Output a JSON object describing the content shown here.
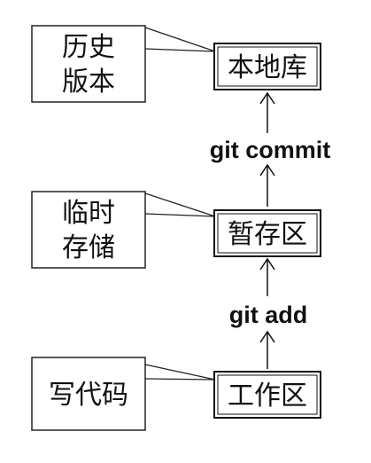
{
  "stages": {
    "local_repo": "本地库",
    "staging": "暂存区",
    "workspace": "工作区"
  },
  "notes": {
    "history_line1": "历史",
    "history_line2": "版本",
    "temp_line1": "临时",
    "temp_line2": "存储",
    "write_code": "写代码"
  },
  "commands": {
    "commit": "git commit",
    "add": "git add"
  }
}
